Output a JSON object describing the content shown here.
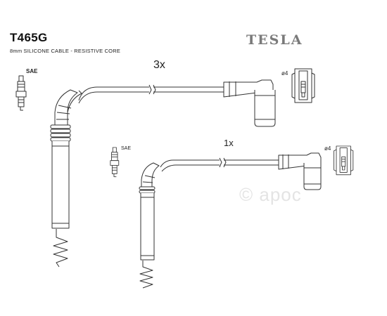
{
  "header": {
    "part_number": "T465G",
    "cable_spec": "8mm SILICONE CABLE - RESISTIVE CORE",
    "brand": "TESLA"
  },
  "labels": {
    "qty_top": "3x",
    "qty_bottom": "1x",
    "plug_standard_top": "SAE",
    "plug_standard_mid": "SAE",
    "terminal_diameter_top": "ø4",
    "terminal_diameter_bottom": "ø4"
  },
  "watermark": "© apoc",
  "colors": {
    "line": "#333333",
    "brand": "#7a7a7a"
  }
}
